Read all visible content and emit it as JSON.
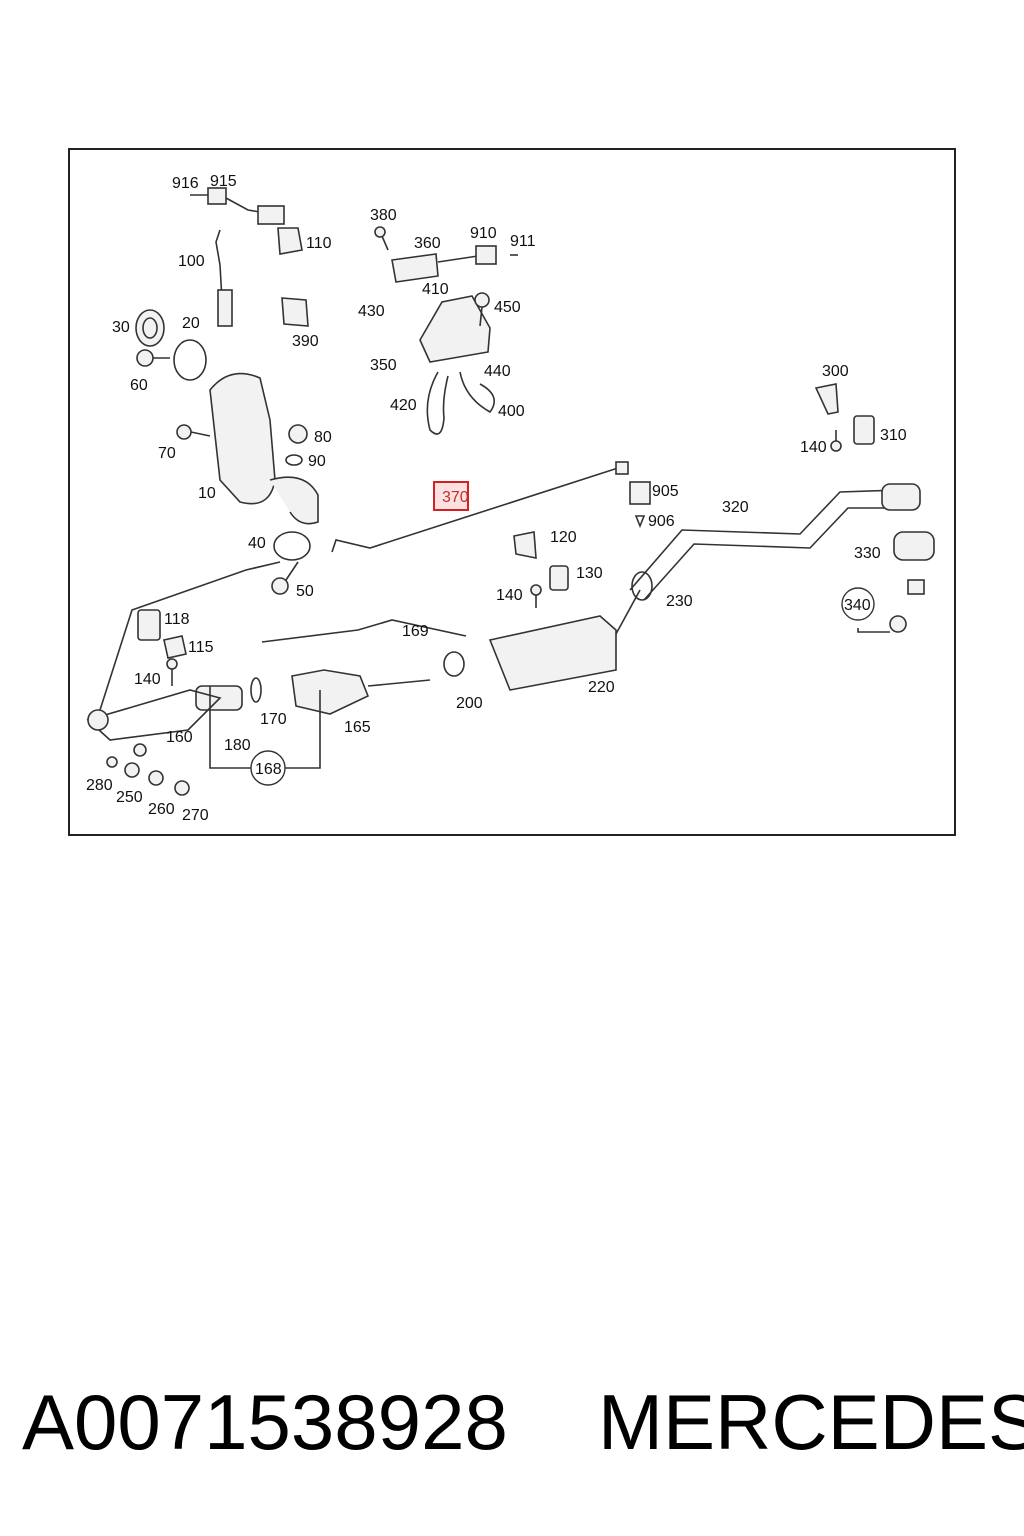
{
  "diagram": {
    "highlighted_label": "370",
    "labels": [
      "916",
      "915",
      "110",
      "100",
      "380",
      "360",
      "910",
      "911",
      "410",
      "430",
      "450",
      "30",
      "20",
      "390",
      "60",
      "350",
      "440",
      "420",
      "400",
      "300",
      "70",
      "80",
      "310",
      "140",
      "90",
      "10",
      "905",
      "906",
      "320",
      "120",
      "40",
      "330",
      "130",
      "50",
      "140",
      "230",
      "340",
      "118",
      "169",
      "115",
      "140",
      "170",
      "200",
      "220",
      "165",
      "160",
      "180",
      "168",
      "280",
      "250",
      "260",
      "270"
    ]
  },
  "footer": {
    "part_number": "A0071538928",
    "brand": "MERCEDES"
  }
}
